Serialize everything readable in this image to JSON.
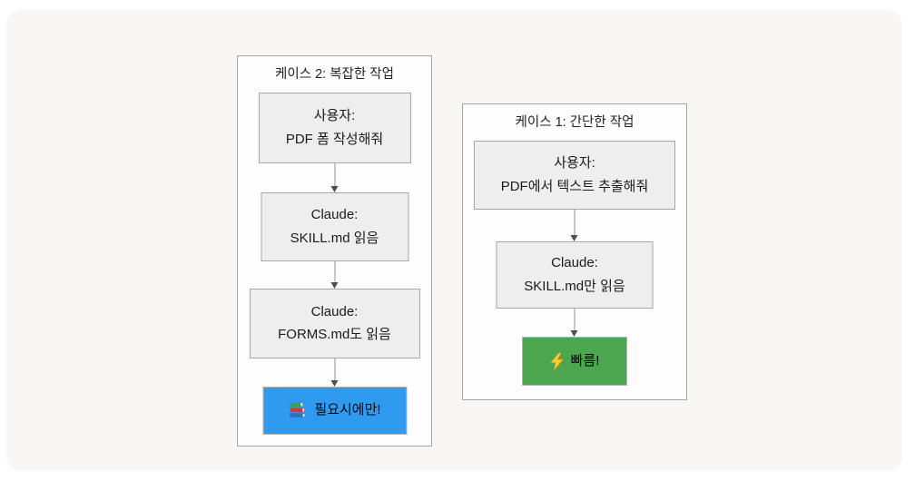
{
  "page": {
    "background": "#ffffff",
    "card_background": "#f8f7f5"
  },
  "diagram": {
    "case2": {
      "title": "케이스 2: 복잡한 작업",
      "nodes": [
        {
          "lines": [
            "사용자:",
            "PDF 폼 작성해줘"
          ]
        },
        {
          "lines": [
            "Claude:",
            "SKILL.md 읽음"
          ]
        },
        {
          "lines": [
            "Claude:",
            "FORMS.md도 읽음"
          ]
        }
      ],
      "result": {
        "icon": "books-icon",
        "emoji": "📚",
        "label": "필요시에만!",
        "color": "#2e9bf0"
      }
    },
    "case1": {
      "title": "케이스 1: 간단한 작업",
      "nodes": [
        {
          "lines": [
            "사용자:",
            "PDF에서 텍스트 추출해줘"
          ]
        },
        {
          "lines": [
            "Claude:",
            "SKILL.md만 읽음"
          ]
        }
      ],
      "result": {
        "icon": "lightning-icon",
        "emoji": "⚡",
        "label": "빠름!",
        "color": "#4ca64f"
      }
    }
  }
}
